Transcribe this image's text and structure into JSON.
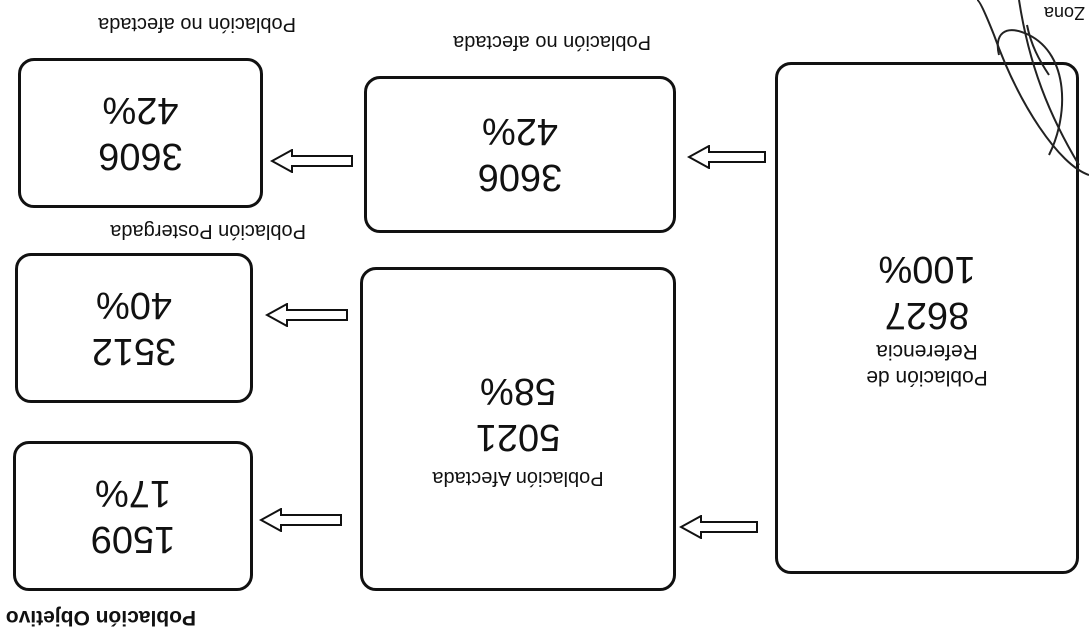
{
  "diagram": {
    "reference": {
      "title": "Población de Referencia",
      "value": "8627",
      "percent": "100%"
    },
    "affected": {
      "title": "Población  Afectada",
      "value": "5021",
      "percent": "58%"
    },
    "not_affected": {
      "label": "Población no afectada",
      "value": "3606",
      "percent": "42%"
    },
    "objective": {
      "label": "Población Objetivo",
      "value": "1509",
      "percent": "17%"
    },
    "postponed": {
      "label": "Población Postergada",
      "value": "3512",
      "percent": "40%"
    },
    "not_affected_final": {
      "label": "Población no afectada",
      "value": "3606",
      "percent": "42%"
    },
    "corner_note": "Zona"
  }
}
